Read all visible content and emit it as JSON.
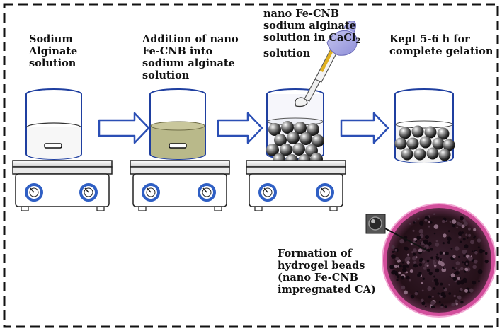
{
  "steps": [
    {
      "lines": [
        "Sodium",
        "Alginate",
        "solution"
      ]
    },
    {
      "lines": [
        "Addition of nano",
        "Fe-CNB into",
        "sodium alginate",
        "solution"
      ]
    },
    {
      "lines": [
        "nano Fe-CNB",
        "sodium alginate",
        "solution in CaCl"
      ],
      "subscript": "2",
      "after_subscript": "solution"
    },
    {
      "lines": [
        "Kept 5-6 h for",
        "complete gelation"
      ]
    }
  ],
  "result": {
    "lines": [
      "Formation of",
      "hydrogel beads",
      "(nano Fe-CNB",
      "impregnated CA)"
    ]
  },
  "colors": {
    "border": "#111111",
    "beaker_outline": "#1f3fa0",
    "arrow_outline": "#2b4fb5",
    "nanoparticle_liquid": "#b9b98a",
    "dish_rim": "#e052a8",
    "dial_ring": "#2f5fc4"
  },
  "icons": [
    "beaker-icon",
    "hot-plate-icon",
    "magnetic-stir-bar-icon",
    "hydrogel-bead-icon",
    "pipette-icon",
    "petri-dish-icon",
    "bead-closeup-icon",
    "block-arrow-icon"
  ]
}
